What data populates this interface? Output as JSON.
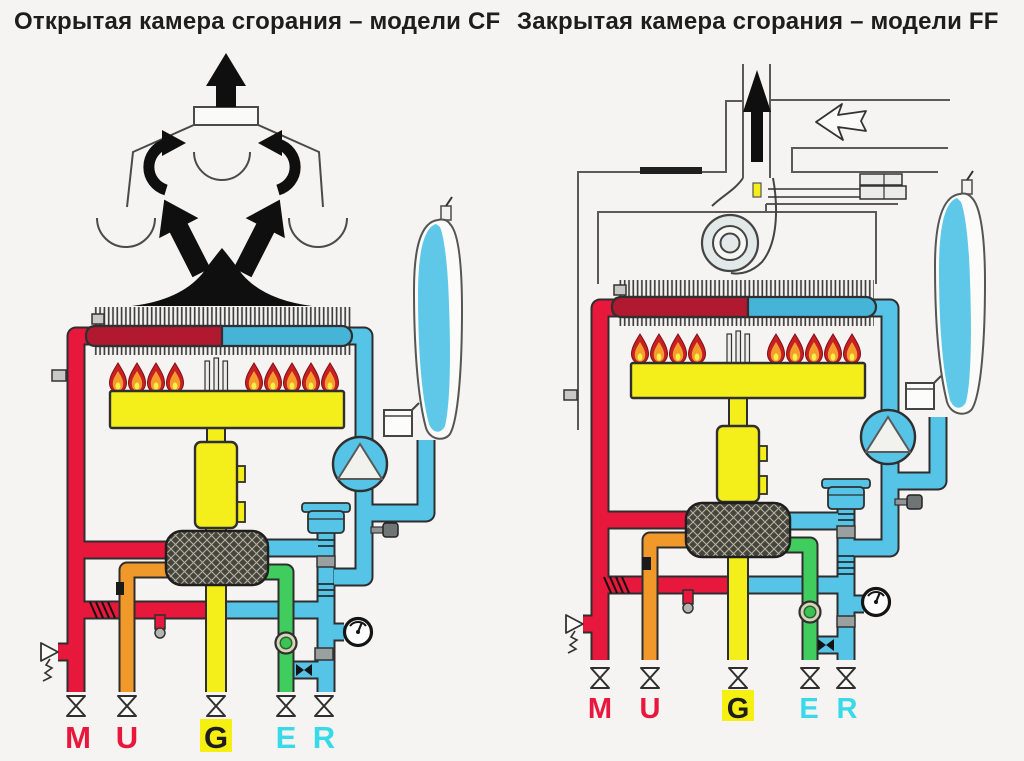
{
  "palette": {
    "red": "#e8173c",
    "orange": "#f0982a",
    "yellow": "#f4ef1b",
    "green": "#41cc5e",
    "cyan": "#56c4e6",
    "core_red": "#b01930",
    "core_cyan": "#45b4d6",
    "g_highlight": "#f6ef12",
    "paper": "#f5f4f2",
    "ink": "#1d1d1d"
  },
  "panels": [
    {
      "id": "cf",
      "title": "Открытая камера сгорания – модели CF",
      "connections": [
        {
          "letter": "M",
          "color": "#e8173c"
        },
        {
          "letter": "U",
          "color": "#e8173c"
        },
        {
          "letter": "G",
          "color": "#1d1d1d"
        },
        {
          "letter": "E",
          "color": "#38d9e9"
        },
        {
          "letter": "R",
          "color": "#38d9e9"
        }
      ]
    },
    {
      "id": "ff",
      "title": "Закрытая камера сгорания – модели FF",
      "connections": [
        {
          "letter": "M",
          "color": "#e8173c"
        },
        {
          "letter": "U",
          "color": "#e8173c"
        },
        {
          "letter": "G",
          "color": "#1d1d1d"
        },
        {
          "letter": "E",
          "color": "#38d9e9"
        },
        {
          "letter": "R",
          "color": "#38d9e9"
        }
      ]
    }
  ]
}
